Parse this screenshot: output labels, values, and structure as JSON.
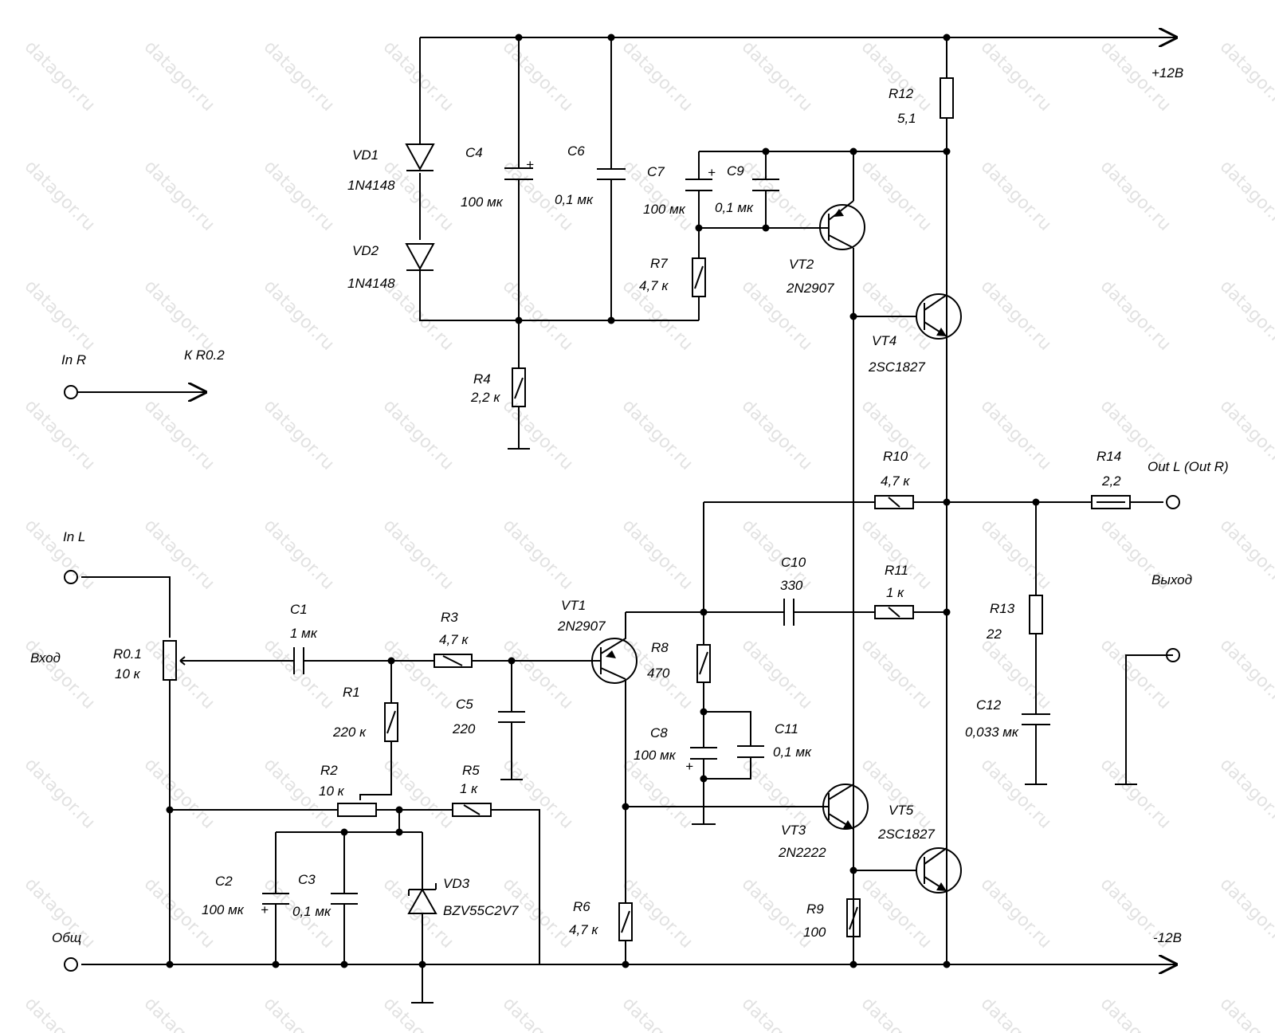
{
  "watermark": "datagor.ru",
  "rails": {
    "pos": "+12В",
    "neg": "-12В"
  },
  "terminals": {
    "in_r": "In R",
    "in_l": "In L",
    "common": "Общ",
    "input_word": "Вход",
    "to_r": "К R0.2",
    "out": "Out L (Out R)",
    "output_word": "Выход"
  },
  "components": {
    "VD1": {
      "ref": "VD1",
      "value": "1N4148"
    },
    "VD2": {
      "ref": "VD2",
      "value": "1N4148"
    },
    "VD3": {
      "ref": "VD3",
      "value": "BZV55C2V7"
    },
    "C1": {
      "ref": "C1",
      "value": "1 мк"
    },
    "C2": {
      "ref": "C2",
      "value": "100 мк"
    },
    "C3": {
      "ref": "C3",
      "value": "0,1 мк"
    },
    "C4": {
      "ref": "C4",
      "value": "100 мк"
    },
    "C5": {
      "ref": "C5",
      "value": "220"
    },
    "C6": {
      "ref": "C6",
      "value": "0,1 мк"
    },
    "C7": {
      "ref": "C7",
      "value": "100 мк"
    },
    "C8": {
      "ref": "C8",
      "value": "100 мк"
    },
    "C9": {
      "ref": "C9",
      "value": "0,1 мк"
    },
    "C10": {
      "ref": "C10",
      "value": "330"
    },
    "C11": {
      "ref": "C11",
      "value": "0,1 мк"
    },
    "C12": {
      "ref": "C12",
      "value": "0,033 мк"
    },
    "R0_1": {
      "ref": "R0.1",
      "value": "10 к"
    },
    "R1": {
      "ref": "R1",
      "value": "220 к"
    },
    "R2": {
      "ref": "R2",
      "value": "10 к"
    },
    "R3": {
      "ref": "R3",
      "value": "4,7 к"
    },
    "R4": {
      "ref": "R4",
      "value": "2,2 к"
    },
    "R5": {
      "ref": "R5",
      "value": "1 к"
    },
    "R6": {
      "ref": "R6",
      "value": "4,7 к"
    },
    "R7": {
      "ref": "R7",
      "value": "4,7 к"
    },
    "R8": {
      "ref": "R8",
      "value": "470"
    },
    "R9": {
      "ref": "R9",
      "value": "100"
    },
    "R10": {
      "ref": "R10",
      "value": "4,7 к"
    },
    "R11": {
      "ref": "R11",
      "value": "1 к"
    },
    "R12": {
      "ref": "R12",
      "value": "5,1"
    },
    "R13": {
      "ref": "R13",
      "value": "22"
    },
    "R14": {
      "ref": "R14",
      "value": "2,2"
    },
    "VT1": {
      "ref": "VT1",
      "value": "2N2907"
    },
    "VT2": {
      "ref": "VT2",
      "value": "2N2907"
    },
    "VT3": {
      "ref": "VT3",
      "value": "2N2222"
    },
    "VT4": {
      "ref": "VT4",
      "value": "2SC1827"
    },
    "VT5": {
      "ref": "VT5",
      "value": "2SC1827"
    }
  }
}
